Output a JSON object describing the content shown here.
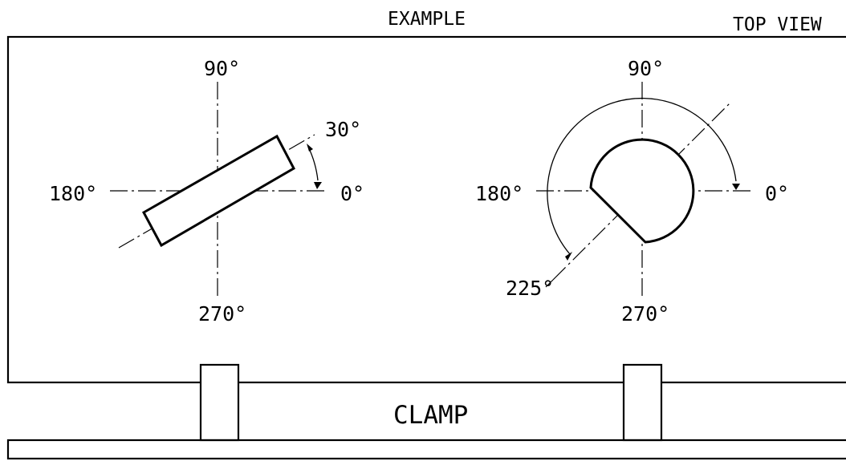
{
  "header": {
    "example_label": "EXAMPLE",
    "view_label": "TOP VIEW"
  },
  "left_figure": {
    "label_90": "90°",
    "label_180": "180°",
    "label_0": "0°",
    "label_270": "270°",
    "angle_label": "30°"
  },
  "right_figure": {
    "label_90": "90°",
    "label_180": "180°",
    "label_0": "0°",
    "label_270": "270°",
    "angle_label": "225°"
  },
  "clamp": {
    "label": "CLAMP"
  }
}
